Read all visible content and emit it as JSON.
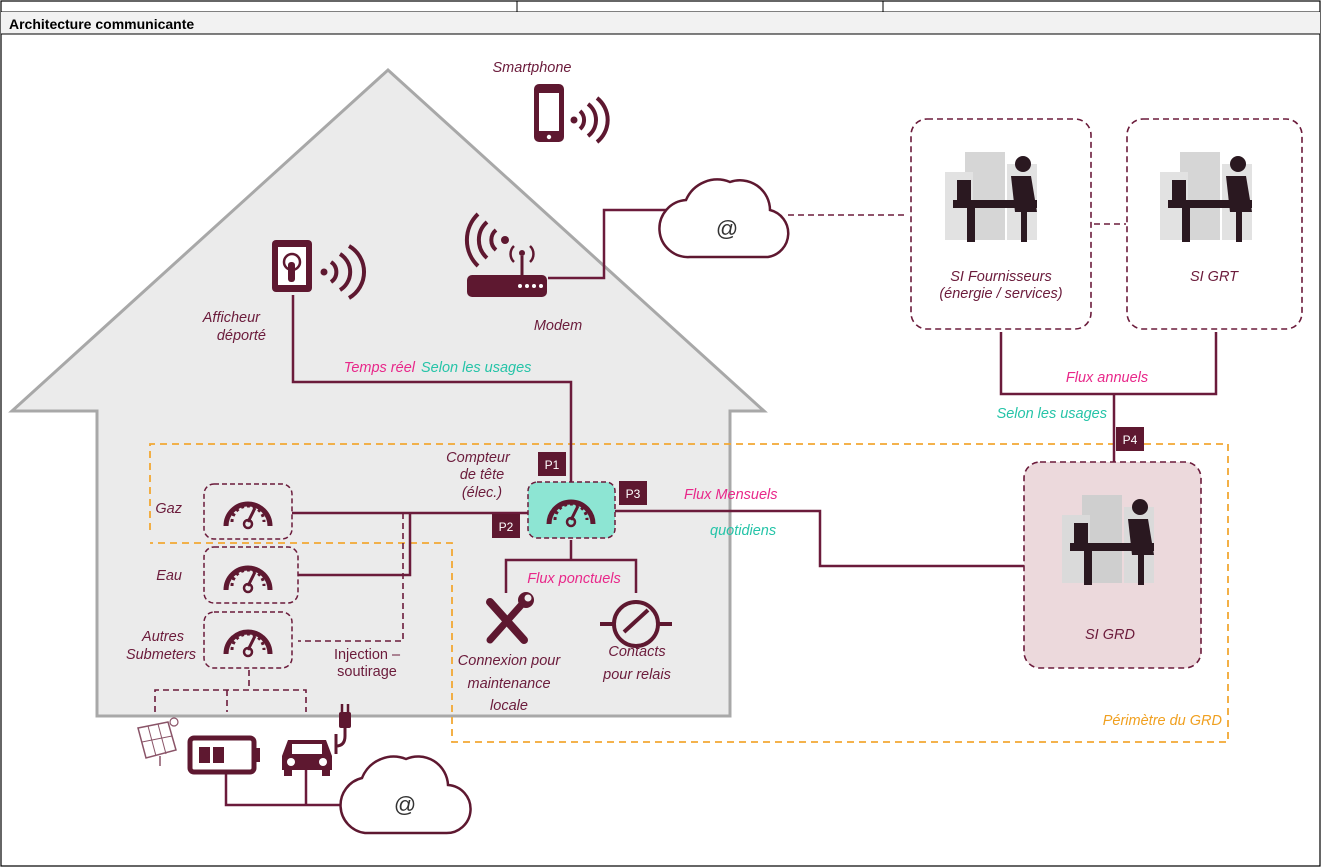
{
  "header": {
    "title": "Architecture communicante"
  },
  "house": {
    "smartphone": "Smartphone",
    "modem": "Modem",
    "afficheur": [
      "Afficheur",
      "déporté"
    ],
    "temps_reel": "Temps réel",
    "selon_usages_left": "Selon les usages",
    "compteur": [
      "Compteur",
      "de tête",
      "(élec.)"
    ],
    "gaz": "Gaz",
    "eau": "Eau",
    "autres": [
      "Autres",
      "Submeters"
    ],
    "injection": [
      "Injection –",
      "soutirage"
    ],
    "flux_ponctuels": "Flux ponctuels",
    "connexion": [
      "Connexion pour",
      "maintenance",
      "locale"
    ],
    "contacts": [
      "Contacts",
      "pour relais"
    ]
  },
  "ports": {
    "p1": "P1",
    "p2": "P2",
    "p3": "P3",
    "p4": "P4"
  },
  "links": {
    "flux_mensuels": "Flux Mensuels",
    "quotidiens": "quotidiens",
    "flux_annuels": "Flux annuels",
    "selon_usages_right": "Selon les usages"
  },
  "systems": {
    "fournisseurs": [
      "SI Fournisseurs",
      "(énergie / services)"
    ],
    "grt": "SI GRT",
    "grd": "SI GRD",
    "perimetre": "Périmètre du GRD"
  },
  "cloud_symbol": "@",
  "colors": {
    "accent": "#6b1b3b",
    "pink": "#e8288a",
    "teal": "#26c4a8",
    "orange": "#f2a833",
    "house": "#ebebeb"
  }
}
